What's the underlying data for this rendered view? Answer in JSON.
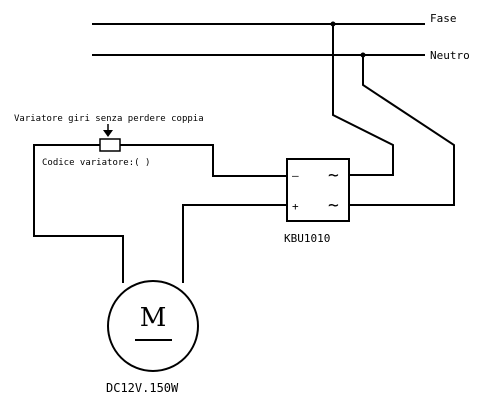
{
  "lines": {
    "phase_label": "Fase",
    "neutral_label": "Neutro"
  },
  "controller": {
    "title": "Variatore giri senza perdere coppia",
    "code_label": "Codice variatore:(   )"
  },
  "rectifier": {
    "model": "KBU1010",
    "minus": "–",
    "plus": "+",
    "ac_symbol": "~"
  },
  "motor": {
    "symbol": "M",
    "rating": "DC12V.150W"
  }
}
